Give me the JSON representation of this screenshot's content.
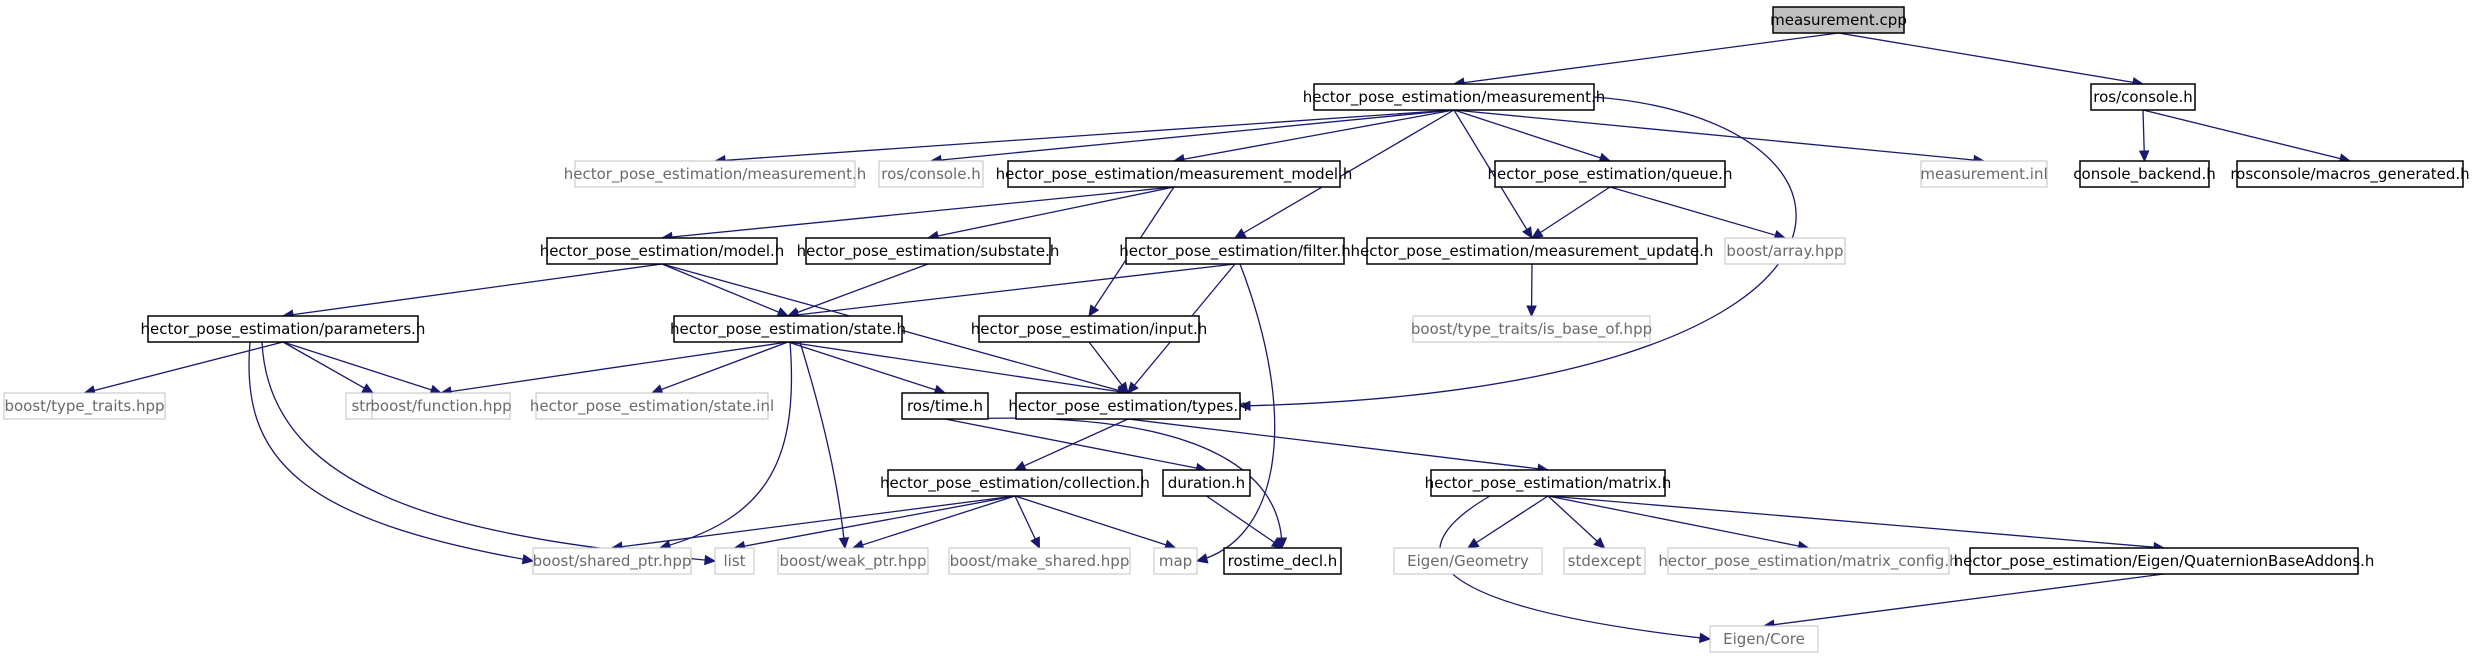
{
  "colors": {
    "edge": "#191970",
    "box_border": "#000000",
    "external_border": "#c0c0c0",
    "root_fill": "#bfbfbf",
    "node_fill": "#ffffff",
    "external_text": "#6a6a6a"
  },
  "nodes": [
    {
      "id": "n0",
      "label": "measurement.cpp",
      "style": "root"
    },
    {
      "id": "n1",
      "label": "hector_pose_estimation/measurement.h",
      "style": "box"
    },
    {
      "id": "n2",
      "label": "ros/console.h",
      "style": "box"
    },
    {
      "id": "n3",
      "label": "hector_pose_estimation/measurement.h",
      "style": "external"
    },
    {
      "id": "n4",
      "label": "ros/console.h",
      "style": "external"
    },
    {
      "id": "n5",
      "label": "hector_pose_estimation/measurement_model.h",
      "style": "box"
    },
    {
      "id": "n6",
      "label": "hector_pose_estimation/queue.h",
      "style": "box"
    },
    {
      "id": "n7",
      "label": "measurement.inl",
      "style": "external"
    },
    {
      "id": "n8",
      "label": "console_backend.h",
      "style": "box"
    },
    {
      "id": "n9",
      "label": "rosconsole/macros_generated.h",
      "style": "box"
    },
    {
      "id": "n10",
      "label": "hector_pose_estimation/model.h",
      "style": "box"
    },
    {
      "id": "n11",
      "label": "hector_pose_estimation/substate.h",
      "style": "box"
    },
    {
      "id": "n12",
      "label": "hector_pose_estimation/filter.h",
      "style": "box"
    },
    {
      "id": "n13",
      "label": "hector_pose_estimation/measurement_update.h",
      "style": "box"
    },
    {
      "id": "n14",
      "label": "boost/array.hpp",
      "style": "external"
    },
    {
      "id": "n15",
      "label": "hector_pose_estimation/parameters.h",
      "style": "box"
    },
    {
      "id": "n16",
      "label": "hector_pose_estimation/state.h",
      "style": "box"
    },
    {
      "id": "n17",
      "label": "hector_pose_estimation/input.h",
      "style": "box"
    },
    {
      "id": "n18",
      "label": "boost/type_traits/is_base_of.hpp",
      "style": "external"
    },
    {
      "id": "n19",
      "label": "boost/type_traits.hpp",
      "style": "external"
    },
    {
      "id": "n20",
      "label": "string",
      "style": "external"
    },
    {
      "id": "n21",
      "label": "boost/function.hpp",
      "style": "external"
    },
    {
      "id": "n22",
      "label": "hector_pose_estimation/state.inl",
      "style": "external"
    },
    {
      "id": "n23",
      "label": "ros/time.h",
      "style": "box"
    },
    {
      "id": "n24",
      "label": "hector_pose_estimation/types.h",
      "style": "box"
    },
    {
      "id": "n25",
      "label": "hector_pose_estimation/collection.h",
      "style": "box"
    },
    {
      "id": "n26",
      "label": "duration.h",
      "style": "box"
    },
    {
      "id": "n27",
      "label": "hector_pose_estimation/matrix.h",
      "style": "box"
    },
    {
      "id": "n28",
      "label": "boost/shared_ptr.hpp",
      "style": "external"
    },
    {
      "id": "n29",
      "label": "list",
      "style": "external"
    },
    {
      "id": "n30",
      "label": "boost/weak_ptr.hpp",
      "style": "external"
    },
    {
      "id": "n31",
      "label": "boost/make_shared.hpp",
      "style": "external"
    },
    {
      "id": "n32",
      "label": "map",
      "style": "external"
    },
    {
      "id": "n33",
      "label": "rostime_decl.h",
      "style": "box"
    },
    {
      "id": "n34",
      "label": "Eigen/Geometry",
      "style": "external"
    },
    {
      "id": "n35",
      "label": "stdexcept",
      "style": "external"
    },
    {
      "id": "n36",
      "label": "hector_pose_estimation/matrix_config.h",
      "style": "external"
    },
    {
      "id": "n37",
      "label": "hector_pose_estimation/Eigen/QuaternionBaseAddons.h",
      "style": "box"
    },
    {
      "id": "n38",
      "label": "Eigen/Core",
      "style": "external"
    }
  ],
  "edges": [
    [
      "n0",
      "n1"
    ],
    [
      "n0",
      "n2"
    ],
    [
      "n1",
      "n3"
    ],
    [
      "n1",
      "n4"
    ],
    [
      "n1",
      "n5"
    ],
    [
      "n1",
      "n6"
    ],
    [
      "n1",
      "n7"
    ],
    [
      "n1",
      "n12"
    ],
    [
      "n1",
      "n13"
    ],
    [
      "n1",
      "n24"
    ],
    [
      "n2",
      "n8"
    ],
    [
      "n2",
      "n9"
    ],
    [
      "n5",
      "n10"
    ],
    [
      "n5",
      "n11"
    ],
    [
      "n5",
      "n17"
    ],
    [
      "n6",
      "n13"
    ],
    [
      "n6",
      "n14"
    ],
    [
      "n10",
      "n15"
    ],
    [
      "n10",
      "n16"
    ],
    [
      "n10",
      "n24"
    ],
    [
      "n11",
      "n16"
    ],
    [
      "n12",
      "n16"
    ],
    [
      "n12",
      "n24"
    ],
    [
      "n12",
      "n32"
    ],
    [
      "n13",
      "n18"
    ],
    [
      "n15",
      "n19"
    ],
    [
      "n15",
      "n20"
    ],
    [
      "n15",
      "n21"
    ],
    [
      "n15",
      "n28"
    ],
    [
      "n15",
      "n29"
    ],
    [
      "n16",
      "n21"
    ],
    [
      "n16",
      "n22"
    ],
    [
      "n16",
      "n23"
    ],
    [
      "n16",
      "n24"
    ],
    [
      "n16",
      "n28"
    ],
    [
      "n16",
      "n30"
    ],
    [
      "n17",
      "n24"
    ],
    [
      "n23",
      "n26"
    ],
    [
      "n23",
      "n33"
    ],
    [
      "n24",
      "n25"
    ],
    [
      "n24",
      "n27"
    ],
    [
      "n25",
      "n28"
    ],
    [
      "n25",
      "n29"
    ],
    [
      "n25",
      "n30"
    ],
    [
      "n25",
      "n31"
    ],
    [
      "n25",
      "n32"
    ],
    [
      "n26",
      "n33"
    ],
    [
      "n27",
      "n34"
    ],
    [
      "n27",
      "n35"
    ],
    [
      "n27",
      "n36"
    ],
    [
      "n27",
      "n37"
    ],
    [
      "n27",
      "n38"
    ],
    [
      "n37",
      "n38"
    ]
  ]
}
